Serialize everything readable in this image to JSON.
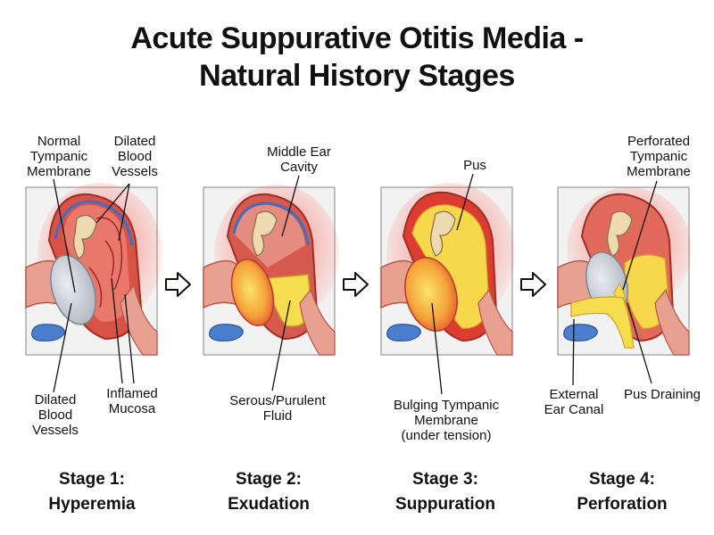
{
  "title": {
    "line1": "Acute Suppurative Otitis Media -",
    "line2": "Natural History Stages"
  },
  "colors": {
    "inflammation": "#e53b2f",
    "canal": "#e79a8c",
    "pus": "#f5d94a",
    "membrane_normal": "#c9ced6",
    "vessel": "#3d6fc4",
    "eustachian": "#3b63b0"
  },
  "stages": [
    {
      "number_label": "Stage 1:",
      "name": "Hyperemia",
      "labels": {
        "top_left": "Normal\nTympanic\nMembrane",
        "top_right": "Dilated\nBlood\nVessels",
        "bottom_left": "Dilated\nBlood\nVessels",
        "bottom_right": "Inflamed\nMucosa"
      }
    },
    {
      "number_label": "Stage 2:",
      "name": "Exudation",
      "labels": {
        "top": "Middle Ear\nCavity",
        "bottom": "Serous/Purulent\nFluid"
      }
    },
    {
      "number_label": "Stage 3:",
      "name": "Suppuration",
      "labels": {
        "top": "Pus",
        "bottom": "Bulging Tympanic\nMembrane\n(under tension)"
      }
    },
    {
      "number_label": "Stage 4:",
      "name": "Perforation",
      "labels": {
        "top": "Perforated\nTympanic\nMembrane",
        "bottom_left": "External\nEar Canal",
        "bottom_right": "Pus Draining"
      }
    }
  ],
  "arrow_icon": "hollow-right-arrow-icon"
}
